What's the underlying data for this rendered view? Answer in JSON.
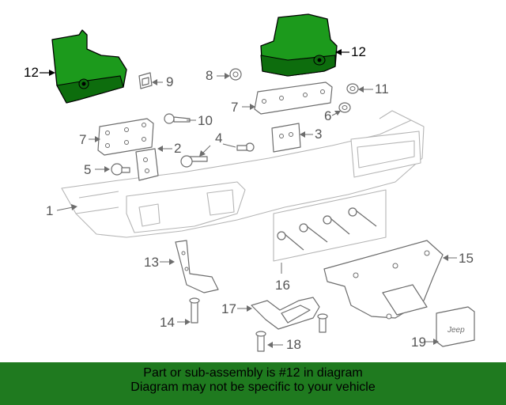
{
  "diagram": {
    "callouts": {
      "c1": "1",
      "c2": "2",
      "c3": "3",
      "c4": "4",
      "c5": "5",
      "c6": "6",
      "c7a": "7",
      "c7b": "7",
      "c8": "8",
      "c9": "9",
      "c10": "10",
      "c11": "11",
      "c12a": "12",
      "c12b": "12",
      "c13": "13",
      "c14": "14",
      "c15": "15",
      "c16": "16",
      "c17": "17",
      "c18": "18",
      "c19": "19"
    },
    "hitch_cover_logo": "Jeep",
    "highlighted_part": "12",
    "colors": {
      "highlight": "#1c9a1c",
      "line": "#6d6d6d",
      "banner": "#1f7a1f"
    }
  },
  "footer": {
    "line1": "Part or sub-assembly is #12 in diagram",
    "line2": "Diagram may not be specific to your vehicle"
  }
}
